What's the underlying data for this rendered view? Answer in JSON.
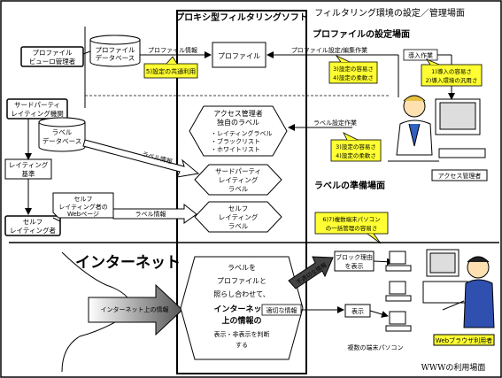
{
  "header": {
    "center_title": "プロキシ型フィルタリングソフト",
    "page_title": "フィルタリング環境の設定／管理場面"
  },
  "sections": {
    "profile_setup": "プロファイルの設定場面",
    "label_prep": "ラベルの準備場面",
    "internet": "インターネット",
    "www_use": "WWWの利用場面"
  },
  "nodes": {
    "profile_bureau": [
      "プロファイル",
      "ビューロ管理者"
    ],
    "profile_db": [
      "プロファイル",
      "データベース"
    ],
    "profile": "プロファイル",
    "third_party": [
      "サードパーティ",
      "レイティング機関"
    ],
    "label_db": [
      "ラベル",
      "データベース"
    ],
    "rating_std": [
      "レイティング",
      "基準"
    ],
    "self_rater": [
      "セルフ",
      "レイティング者"
    ],
    "self_webpage": [
      "セルフ",
      "レイティング者の",
      "Webページ"
    ],
    "admin_labels": [
      "アクセス管理者",
      "独自のラベル"
    ],
    "admin_list": [
      "・レイティングラベル",
      "・ブラックリスト",
      "・ホワイトリスト"
    ],
    "third_party_label": [
      "サードパーティ",
      "レイティング",
      "ラベル"
    ],
    "self_label": [
      "セルフ",
      "レイティング",
      "ラベル"
    ],
    "block_reason": [
      "ブロック理由",
      "を表示"
    ],
    "display": "表示",
    "many_pcs": "複数の端末パソコン",
    "access_admin": "アクセス管理者",
    "web_user": "Webブラウザ利用者"
  },
  "flows": {
    "profile_info": "プロファイル情報",
    "profile_edit": "プロファイル設定/編集作業",
    "install": "導入作業",
    "label_setting": "ラベル設定作業",
    "label_info_1": "ラベル情報",
    "label_info_2": "ラベル情報",
    "internet_info": "インターネット上の情報",
    "inappropriate": "不適切な情報",
    "appropriate": "適切な情報"
  },
  "center_decision": [
    "ラベルを",
    "プロファイルと",
    "照らし合わせて、",
    "インターネット",
    "上の情報の",
    "表示・非表示を判断",
    "する"
  ],
  "callouts": {
    "c1": [
      "5)設定の共通利用"
    ],
    "c2": [
      "3)設定の容易さ",
      "4)設定の柔軟さ"
    ],
    "c3": [
      "1)導入の容易さ",
      "2)導入環境の汎用さ"
    ],
    "c4": [
      "3)設定の容易さ",
      "4)設定の柔軟さ"
    ],
    "c5": [
      "6)7)複数端末パソコン",
      "の一括管理の容易さ"
    ]
  },
  "colors": {
    "callout_fill": "#ffff33",
    "arrow_gray": "#555555",
    "line": "#000000"
  }
}
